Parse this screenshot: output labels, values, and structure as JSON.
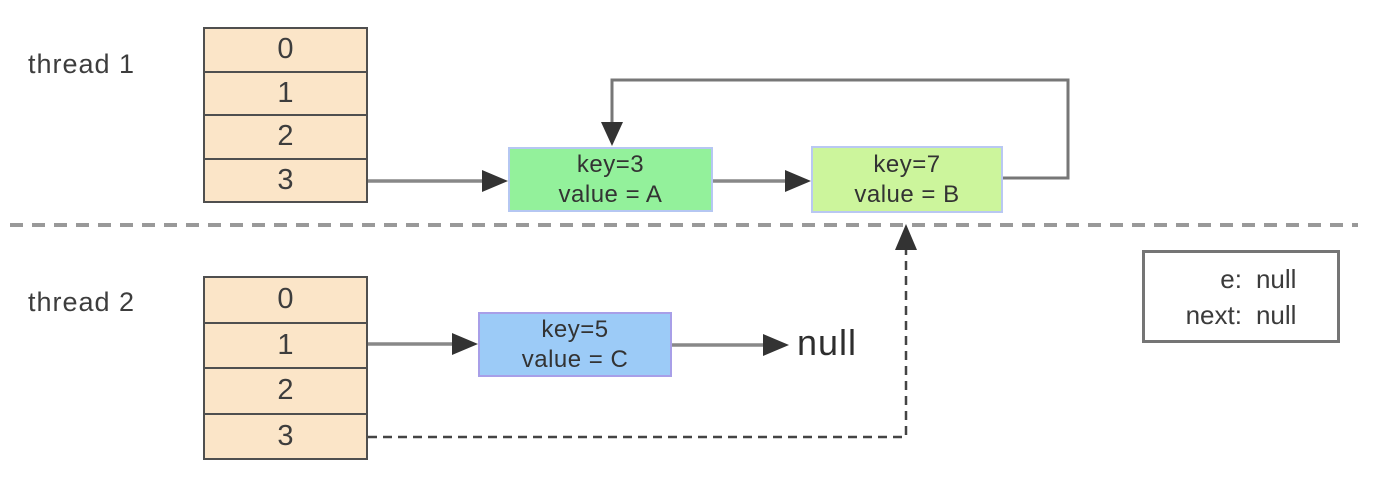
{
  "diagram": {
    "thread1": {
      "label": "thread 1",
      "array_cells": [
        "0",
        "1",
        "2",
        "3"
      ],
      "node_a": {
        "line1": "key=3",
        "line2": "value = A"
      },
      "node_b": {
        "line1": "key=7",
        "line2": "value = B"
      }
    },
    "thread2": {
      "label": "thread 2",
      "array_cells": [
        "0",
        "1",
        "2",
        "3"
      ],
      "node_c": {
        "line1": "key=5",
        "line2": "value = C"
      },
      "null_label": "null"
    },
    "entry_box": {
      "row1": {
        "label": "e:",
        "value": "null"
      },
      "row2": {
        "label": "next:",
        "value": "null"
      }
    },
    "colors": {
      "array_fill": "#fbe5c8",
      "array_border": "#4f4f4f",
      "node_a_fill": "#93f19b",
      "node_b_fill": "#ccf59c",
      "node_c_fill": "#9ccbf7",
      "node_green_border": "#b5c7f2",
      "node_blue_border": "#a89fe8",
      "solid_line": "#888888",
      "loop_line": "#777777",
      "arrowhead": "#333333",
      "separator_dash": "#999999",
      "pointer_dash": "#444444",
      "text": "#3b3b3b"
    }
  }
}
